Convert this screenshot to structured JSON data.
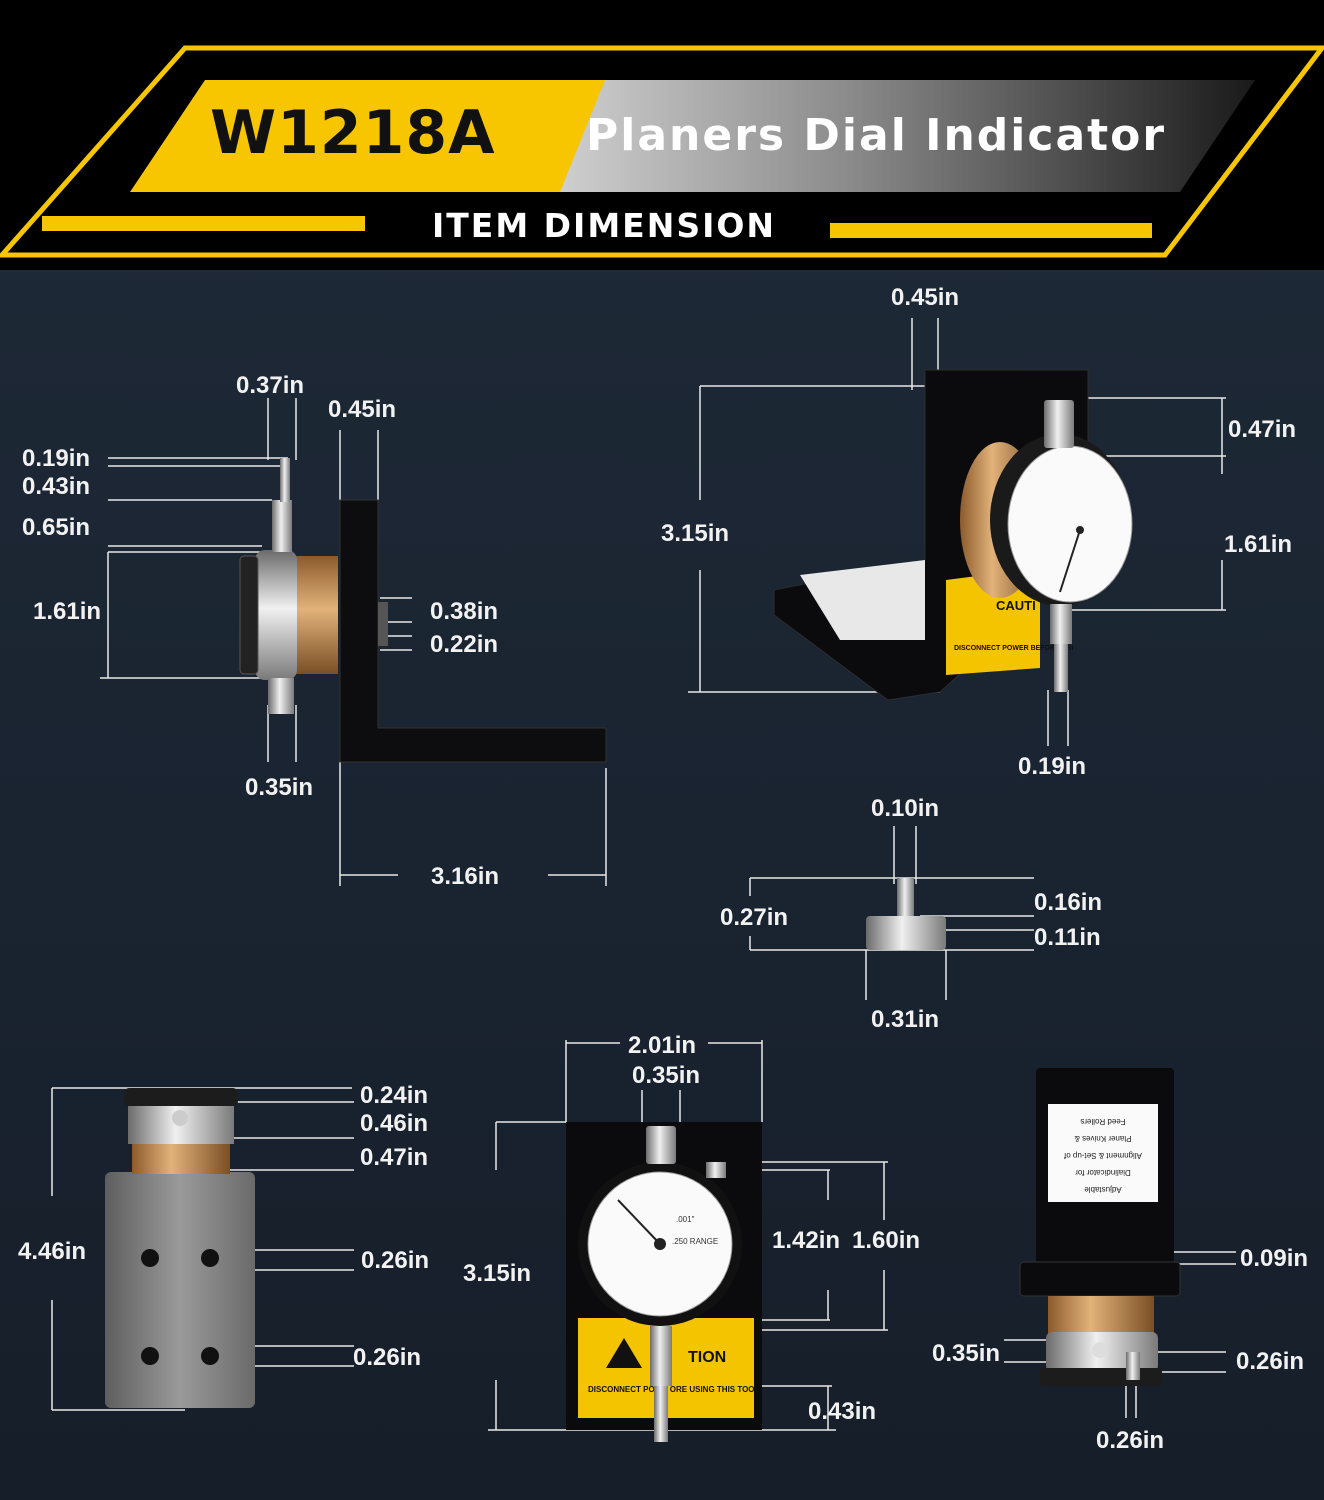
{
  "header": {
    "model": "W1218A",
    "product_name": "Planers Dial Indicator",
    "section_title": "ITEM DIMENSION"
  },
  "colors": {
    "accent_yellow": "#f7c600",
    "background": "#1d2734",
    "bracket_black": "#0d0d0f",
    "brass": "#c8955a"
  },
  "dimensions": {
    "side_view": {
      "d1": "0.37in",
      "d2": "0.45in",
      "d3": "0.19in",
      "d4": "0.43in",
      "d5": "0.65in",
      "d6": "1.61in",
      "d7": "0.38in",
      "d8": "0.22in",
      "d9": "0.35in",
      "d10": "3.16in"
    },
    "iso_view": {
      "d1": "0.45in",
      "d2": "0.47in",
      "d3": "3.15in",
      "d4": "1.61in",
      "d5": "0.19in"
    },
    "screw": {
      "d1": "0.10in",
      "d2": "0.27in",
      "d3": "0.16in",
      "d4": "0.11in",
      "d5": "0.31in"
    },
    "back_view": {
      "d1": "0.24in",
      "d2": "0.46in",
      "d3": "0.47in",
      "d4": "4.46in",
      "d5": "0.26in",
      "d6": "0.26in"
    },
    "front_view": {
      "d1": "2.01in",
      "d2": "0.35in",
      "d3": "3.15in",
      "d4": "1.42in",
      "d5": "1.60in",
      "d6": "0.43in"
    },
    "bottom_view": {
      "d1": "0.09in",
      "d2": "0.35in",
      "d3": "0.26in",
      "d4": "0.26in"
    }
  },
  "product_labels": {
    "caution_iso": "CAUTI",
    "caution_front": "TION",
    "disconnect_front": "DISCONNECT POWE    ORE USING THIS TOOL",
    "disconnect_iso": "DISCONNECT POWER BEFORE USI",
    "label_card": [
      "Adjustable",
      "Dialindicator for",
      "Alignment & Set-up of",
      "Planer Knives &",
      "Feed Rollers"
    ],
    "dial_range": ".250 RANGE",
    "dial_unit": ".001\""
  }
}
